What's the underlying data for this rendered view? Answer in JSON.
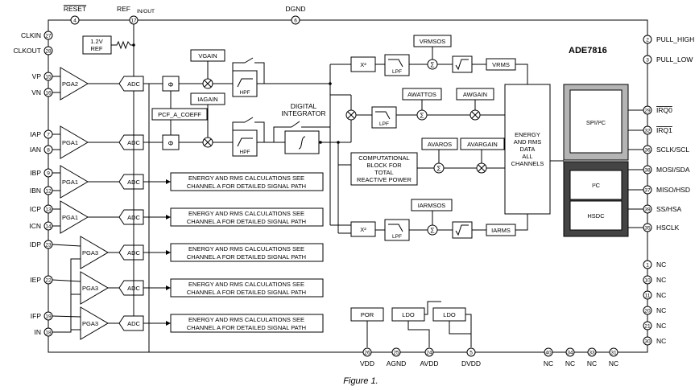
{
  "chip_name": "ADE7816",
  "caption": "Figure 1.",
  "top_pins": [
    {
      "label": "RESET",
      "num": "4"
    },
    {
      "label": "REF",
      "sub": "IN/OUT",
      "num": "17"
    },
    {
      "label": "DGND",
      "num": "6"
    }
  ],
  "left_pins": [
    {
      "label": "CLKIN",
      "num": "27"
    },
    {
      "label": "CLKOUT",
      "num": "28"
    },
    {
      "label": "VP",
      "num": "15"
    },
    {
      "label": "VN",
      "num": "16"
    },
    {
      "label": "IAP",
      "num": "7"
    },
    {
      "label": "IAN",
      "num": "8"
    },
    {
      "label": "IBP",
      "num": "9"
    },
    {
      "label": "IBN",
      "num": "12"
    },
    {
      "label": "ICP",
      "num": "13"
    },
    {
      "label": "ICN",
      "num": "14"
    },
    {
      "label": "IDP",
      "num": "23"
    },
    {
      "label": "IEP",
      "num": "22"
    },
    {
      "label": "IFP",
      "num": "19"
    },
    {
      "label": "IN",
      "num": "18"
    }
  ],
  "right_pins": [
    {
      "label": "PULL_HIGH",
      "num": "2"
    },
    {
      "label": "PULL_LOW",
      "num": "3"
    },
    {
      "label": "IRQ0",
      "num": "29",
      "overbar": true
    },
    {
      "label": "IRQ1",
      "num": "32",
      "overbar": true
    },
    {
      "label": "SCLK/SCL",
      "num": "36"
    },
    {
      "label": "MOSI/SDA",
      "num": "38"
    },
    {
      "label": "MISO/HSD",
      "num": "37"
    },
    {
      "label": "SS/HSA",
      "num": "39"
    },
    {
      "label": "HSCLK",
      "num": "35"
    },
    {
      "label": "NC",
      "num": "1"
    },
    {
      "label": "NC",
      "num": "10"
    },
    {
      "label": "NC",
      "num": "11"
    },
    {
      "label": "NC",
      "num": "20"
    },
    {
      "label": "NC",
      "num": "21"
    },
    {
      "label": "NC",
      "num": "30"
    }
  ],
  "bottom_pins": [
    {
      "label": "VDD",
      "num": "26"
    },
    {
      "label": "AGND",
      "num": "25"
    },
    {
      "label": "AVDD",
      "num": "24"
    },
    {
      "label": "DVDD",
      "num": "5"
    },
    {
      "label": "NC",
      "num": "40"
    },
    {
      "label": "NC",
      "num": "34"
    },
    {
      "label": "NC",
      "num": "33"
    },
    {
      "label": "NC",
      "num": "31"
    }
  ],
  "blocks": {
    "ref": [
      "1.2V",
      "REF"
    ],
    "pga2": "PGA2",
    "pga1": "PGA1",
    "pga3": "PGA3",
    "adc": "ADC",
    "phi": "Φ",
    "vgain": "VGAIN",
    "iagain": "IAGAIN",
    "pcf": "PCF_A_COEFF",
    "hpf": "HPF",
    "integrator": [
      "DIGITAL",
      "INTEGRATOR"
    ],
    "vrmsos": "VRMSOS",
    "vrms": "VRMS",
    "x2": "X²",
    "lpf": "LPF",
    "awattos": "AWATTOS",
    "awgain": "AWGAIN",
    "avaros": "AVAROS",
    "avargain": "AVARGAIN",
    "computational": [
      "COMPUTATIONAL",
      "BLOCK FOR",
      "TOTAL",
      "REACTIVE POWER"
    ],
    "iarmsos": "IARMSOS",
    "iarms": "IARMS",
    "energy": [
      "ENERGY",
      "AND RMS",
      "DATA",
      "ALL",
      "CHANNELS"
    ],
    "spi": "SPI/I²C",
    "i2c": "I²C",
    "hsdc": "HSDC",
    "por": "POR",
    "ldo": "LDO",
    "energy_note": [
      "ENERGY AND RMS CALCULATIONS SEE",
      "CHANNEL A FOR DETAILED SIGNAL PATH"
    ]
  }
}
